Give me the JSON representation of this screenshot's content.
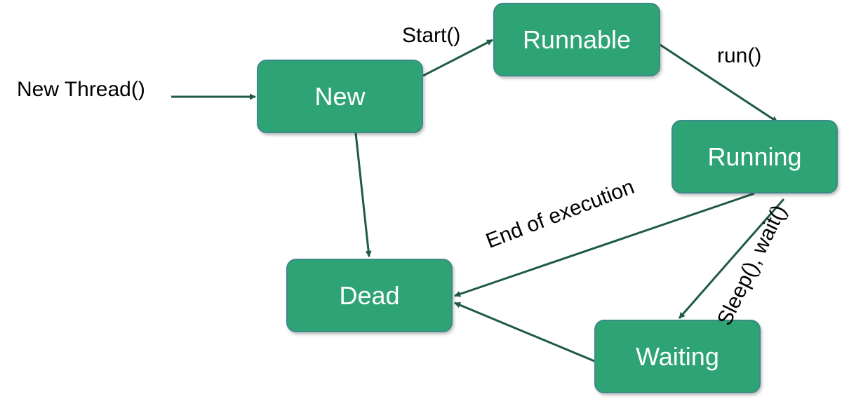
{
  "diagram": {
    "states": {
      "new": "New",
      "runnable": "Runnable",
      "running": "Running",
      "dead": "Dead",
      "waiting": "Waiting"
    },
    "transitions": {
      "entry": "New Thread()",
      "new_to_runnable": "Start()",
      "runnable_to_running": "run()",
      "running_to_dead": "End of execution",
      "running_to_waiting": "Sleep(), wait()"
    },
    "colors": {
      "state_fill": "#2ea376",
      "state_border": "#3d8a8a",
      "arrow": "#1f5a44"
    }
  }
}
